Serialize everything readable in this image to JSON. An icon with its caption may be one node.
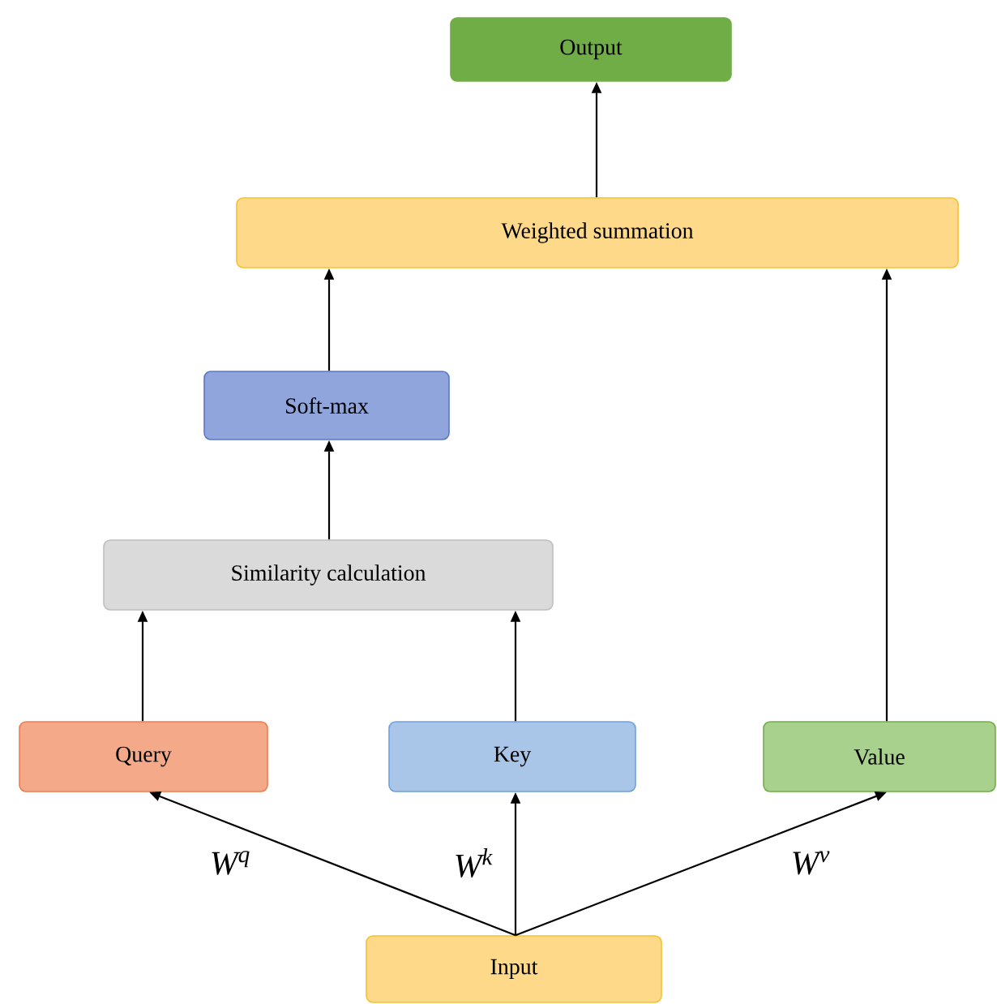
{
  "diagram": {
    "nodes": [
      {
        "text": [
          "Output"
        ]
      },
      {
        "text": [
          "Weighted summation"
        ]
      },
      {
        "text": [
          "Soft-max"
        ]
      },
      {
        "text": [
          "Similarity calculation"
        ]
      },
      {
        "text": [
          "Query"
        ]
      },
      {
        "text": [
          "Key"
        ]
      },
      {
        "text": [
          "Value"
        ]
      },
      {
        "text": [
          "Input"
        ]
      }
    ],
    "edges": [
      {
        "from": 1,
        "to": 0,
        "arrow": "to"
      },
      {
        "from": 2,
        "to": 1,
        "arrow": "to"
      },
      {
        "from": 6,
        "to": 1,
        "arrow": "to"
      },
      {
        "from": 3,
        "to": 2,
        "arrow": "to"
      },
      {
        "from": 4,
        "to": 3,
        "arrow": "to"
      },
      {
        "from": 5,
        "to": 3,
        "arrow": "to"
      },
      {
        "from": 7,
        "to": 4,
        "arrow": "to",
        "label": "W$^{q}$"
      },
      {
        "from": 7,
        "to": 5,
        "arrow": "to",
        "label": "W$^{k}$"
      },
      {
        "from": 7,
        "to": 6,
        "arrow": "to",
        "label": "W$^{v}$"
      }
    ]
  }
}
